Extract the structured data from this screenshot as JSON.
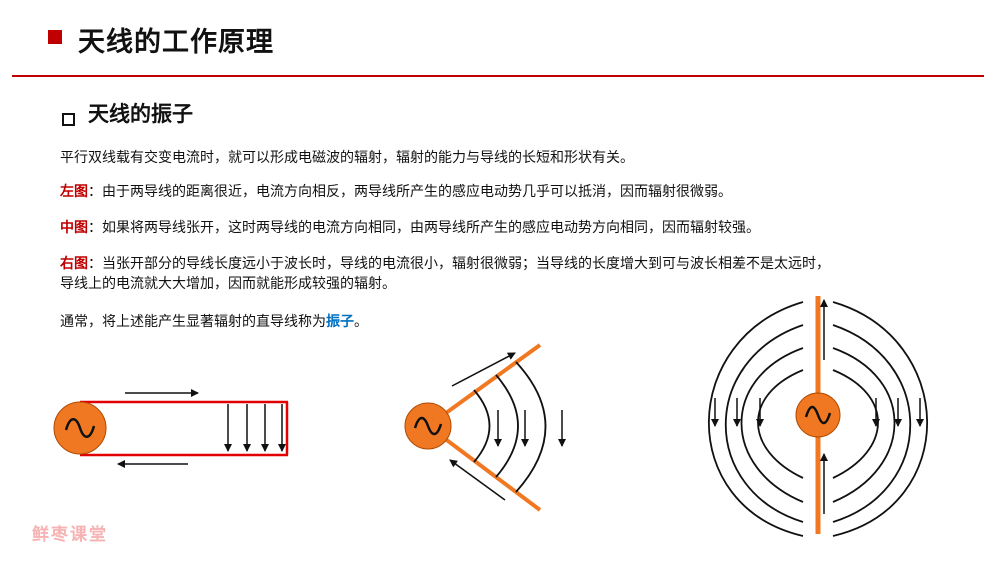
{
  "header": {
    "title": "天线的工作原理"
  },
  "section": {
    "title": "天线的振子"
  },
  "paragraphs": {
    "intro": "平行双线载有交变电流时，就可以形成电磁波的辐射，辐射的能力与导线的长短和形状有关。",
    "left_label": "左图",
    "left_text": "：由于两导线的距离很近，电流方向相反，两导线所产生的感应电动势几乎可以抵消，因而辐射很微弱。",
    "middle_label": "中图",
    "middle_text": "：如果将两导线张开，这时两导线的电流方向相同，由两导线所产生的感应电动势方向相同，因而辐射较强。",
    "right_label": "右图",
    "right_text_1": "：当张开部分的导线长度远小于波长时，导线的电流很小，辐射很微弱；当导线的长度增大到可与波长相差不是太远时，",
    "right_text_2": "导线上的电流就大大增加，因而就能形成较强的辐射。",
    "conclusion_prefix": "通常，将上述能产生显著辐射的直导线称为",
    "conclusion_term": "振子",
    "conclusion_suffix": "。"
  },
  "watermark": "鲜枣课堂",
  "colors": {
    "accent_red": "#c00000",
    "wire_orange": "#f07822",
    "source_fill": "#f07822",
    "term_blue": "#0070c0"
  },
  "icons": {
    "source": "ac-source-icon"
  }
}
